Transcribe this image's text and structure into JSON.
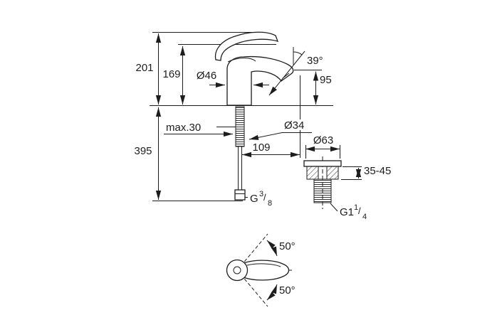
{
  "colors": {
    "ink": "#1d1d1b",
    "background": "#ffffff"
  },
  "dimensions": {
    "overall_height": "201",
    "lever_height": "169",
    "body_diameter": "Ø46",
    "spout_angle": "39°",
    "outlet_height": "95",
    "deck_thickness_max": "max.30",
    "mounting_hole_diameter": "Ø34",
    "below_deck_length": "395",
    "spout_projection": "109",
    "waste_flange_diameter": "Ø63",
    "waste_clamping_range": "35-45",
    "handle_swing_upper": "50°",
    "handle_swing_lower": "50°"
  },
  "threads": {
    "supply": {
      "base": "G",
      "numerator": "3",
      "slash": "/",
      "denominator": "8"
    },
    "waste": {
      "base": "G1",
      "numerator": "1",
      "slash": "/",
      "denominator": "4"
    }
  }
}
